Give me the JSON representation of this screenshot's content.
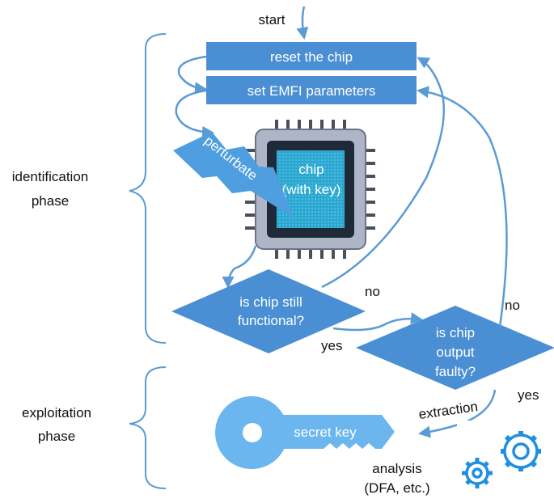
{
  "labels": {
    "start": "start",
    "reset": "reset the chip",
    "set_params": "set EMFI parameters",
    "perturbate": "perturbate",
    "chip_line1": "chip",
    "chip_line2": "(with key)",
    "functional_line1": "is chip still",
    "functional_line2": "functional?",
    "faulty_line1": "is chip",
    "faulty_line2": "output",
    "faulty_line3": "faulty?",
    "no_left": "no",
    "no_right": "no",
    "yes_left": "yes",
    "yes_right": "yes",
    "extraction": "extraction",
    "secret_key": "secret key",
    "analysis_line1": "analysis",
    "analysis_line2": "(DFA, etc.)",
    "ident_line1": "identification",
    "ident_line2": "phase",
    "exploit_line1": "exploitation",
    "exploit_line2": "phase"
  },
  "colors": {
    "box_fill": "#4a8fd4",
    "arrow": "#5b9bd5",
    "key": "#6cb6f0",
    "gear": "#1f8fe0",
    "chip_core": "#2ab0d8",
    "chip_body": "#1e2a38",
    "pins": "#4a4f5a"
  }
}
